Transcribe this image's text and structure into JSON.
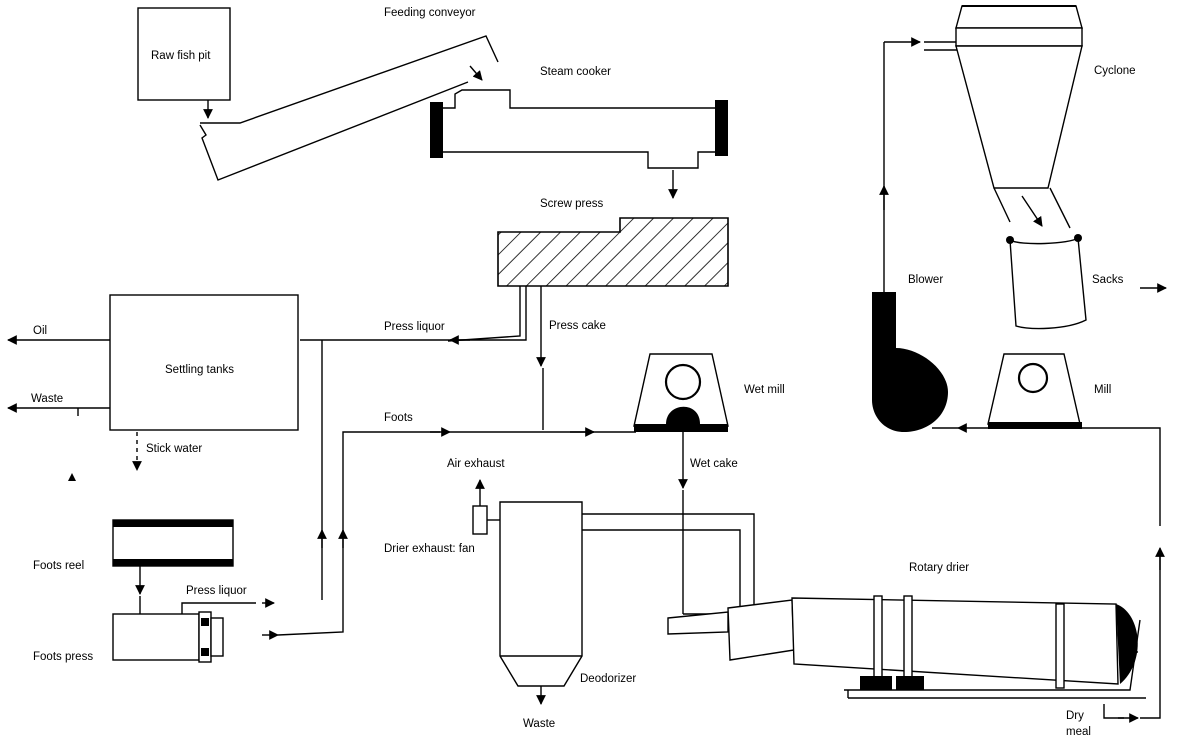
{
  "diagram": {
    "labels": {
      "raw_fish_pit": "Raw fish pit",
      "feeding_conveyor": "Feeding conveyor",
      "steam_cooker": "Steam cooker",
      "screw_press": "Screw press",
      "press_liquor_top": "Press liquor",
      "press_cake": "Press cake",
      "oil": "Oil",
      "settling_tanks": "Settling tanks",
      "waste_left": "Waste",
      "stick_water": "Stick water",
      "foots": "Foots",
      "wet_mill": "Wet mill",
      "wet_cake": "Wet cake",
      "air_exhaust": "Air exhaust",
      "drier_exhaust_fan": "Drier exhaust: fan",
      "foots_reel": "Foots reel",
      "press_liquor_bottom": "Press liquor",
      "foots_press": "Foots press",
      "deodorizer": "Deodorizer",
      "waste_bottom": "Waste",
      "rotary_drier": "Rotary drier",
      "dry_meal_1": "Dry",
      "dry_meal_2": "meal",
      "cyclone": "Cyclone",
      "sacks": "Sacks",
      "blower": "Blower",
      "mill": "Mill"
    },
    "colors": {
      "ink": "#000000",
      "paper": "#ffffff"
    }
  }
}
